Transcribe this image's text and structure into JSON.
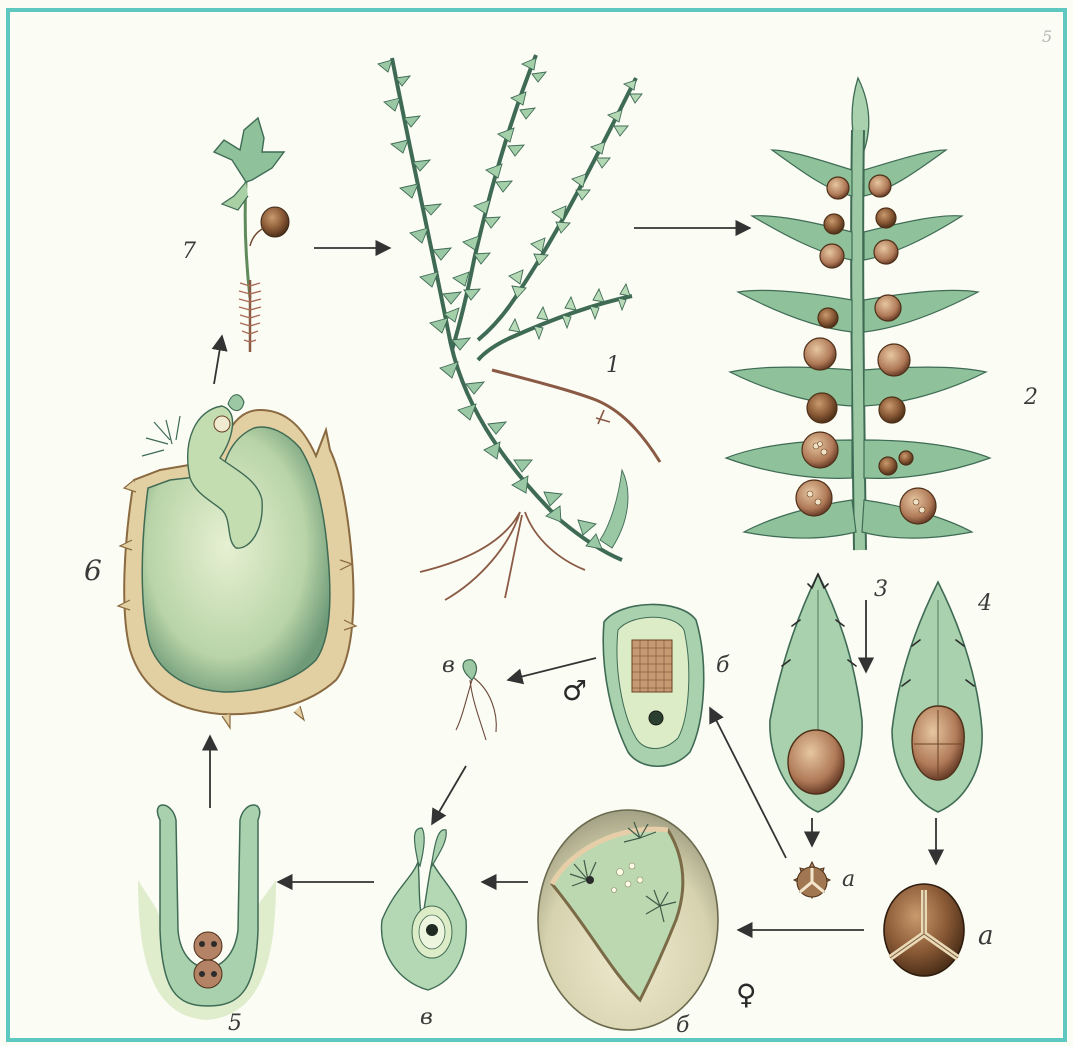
{
  "colors": {
    "frame": "#5ec7c0",
    "paper": "#fbfcf4",
    "leaf": "#7fae8c",
    "leaf_dark": "#3f6b55",
    "leaf_light": "#cfe2c4",
    "sporangium": "#9a5a3c",
    "spore_brown": "#6b4326",
    "root": "#8a5a45"
  },
  "page_number": "5",
  "labels": {
    "n1": "1",
    "n2": "2",
    "n3": "3",
    "n4": "4",
    "n5": "5",
    "n6": "6",
    "n7": "7",
    "a_micro": "a",
    "a_mega": "a",
    "b_male": "б",
    "b_female": "б",
    "v_sperm": "в",
    "v_archegonium": "в"
  },
  "symbols": {
    "male": "♂",
    "female": "♀"
  },
  "figures": [
    "seedling",
    "plant-shoot",
    "strobilus",
    "microsporophyll",
    "megasporophyll",
    "microspore",
    "megaspore",
    "male-gametophyte",
    "spermatozoid",
    "female-gametophyte",
    "archegonium",
    "zygote-archegonium",
    "embryo-in-megaspore"
  ]
}
